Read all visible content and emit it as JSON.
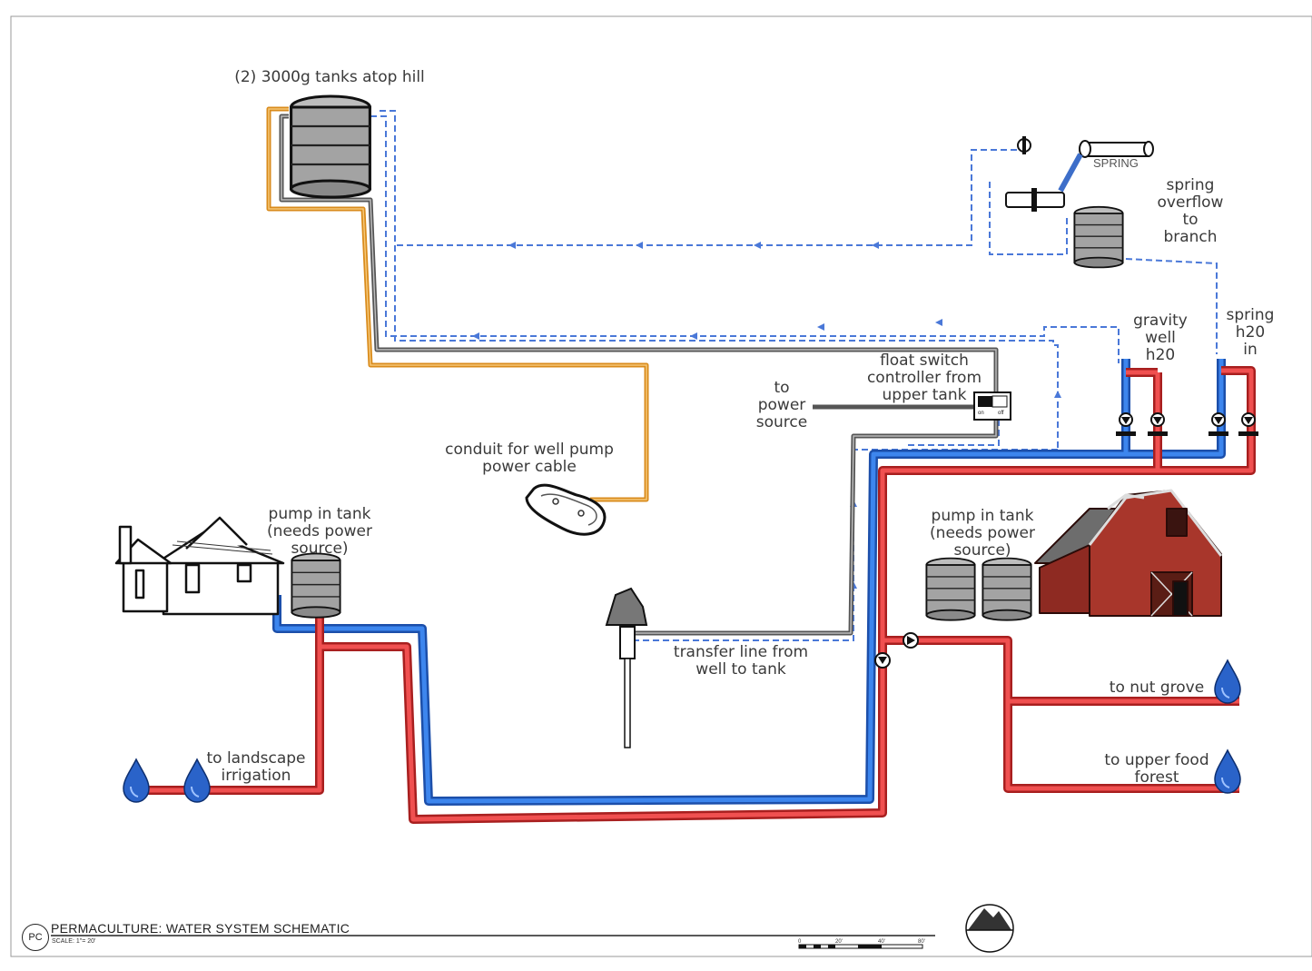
{
  "title_block": {
    "logo": "PC",
    "title": "PERMACULTURE: WATER SYSTEM SCHEMATIC",
    "scale": "SCALE: 1\"= 20'",
    "scalebar_ticks": [
      "0",
      "20'",
      "40'",
      "80'"
    ]
  },
  "labels": {
    "tanks_hill": "(2) 3000g tanks atop hill",
    "spring_overflow": "spring\noverflow\nto\nbranch",
    "spring_tag": "SPRING",
    "gravity_well": "gravity\nwell\nh20",
    "spring_in": "spring\nh20\nin",
    "float_switch": "float switch\ncontroller from\nupper tank",
    "to_power": "to\npower\nsource",
    "conduit": "conduit for well pump\npower cable",
    "pump_house": "pump in tank\n(needs power\nsource)",
    "pump_barn": "pump in tank\n(needs power\nsource)",
    "transfer": "transfer line from\nwell to tank",
    "landscape": "to landscape\nirrigation",
    "nut_grove": "to nut grove",
    "food_forest": "to upper food\nforest",
    "switch_on": "on",
    "switch_off": "off"
  },
  "colors": {
    "blue_pipe": "#2f6fd0",
    "red_pipe": "#e03a3a",
    "gray_line": "#6b6b6b",
    "orange_conduit": "#e39a2e",
    "dashed_flow": "#4a78d8"
  },
  "icons": [
    "water-tank-icon",
    "house-icon",
    "barn-icon",
    "water-drop-icon",
    "valve-icon",
    "well-icon",
    "spring-pipe-icon",
    "north-mountain-icon",
    "float-switch-icon",
    "well-cap-icon"
  ]
}
